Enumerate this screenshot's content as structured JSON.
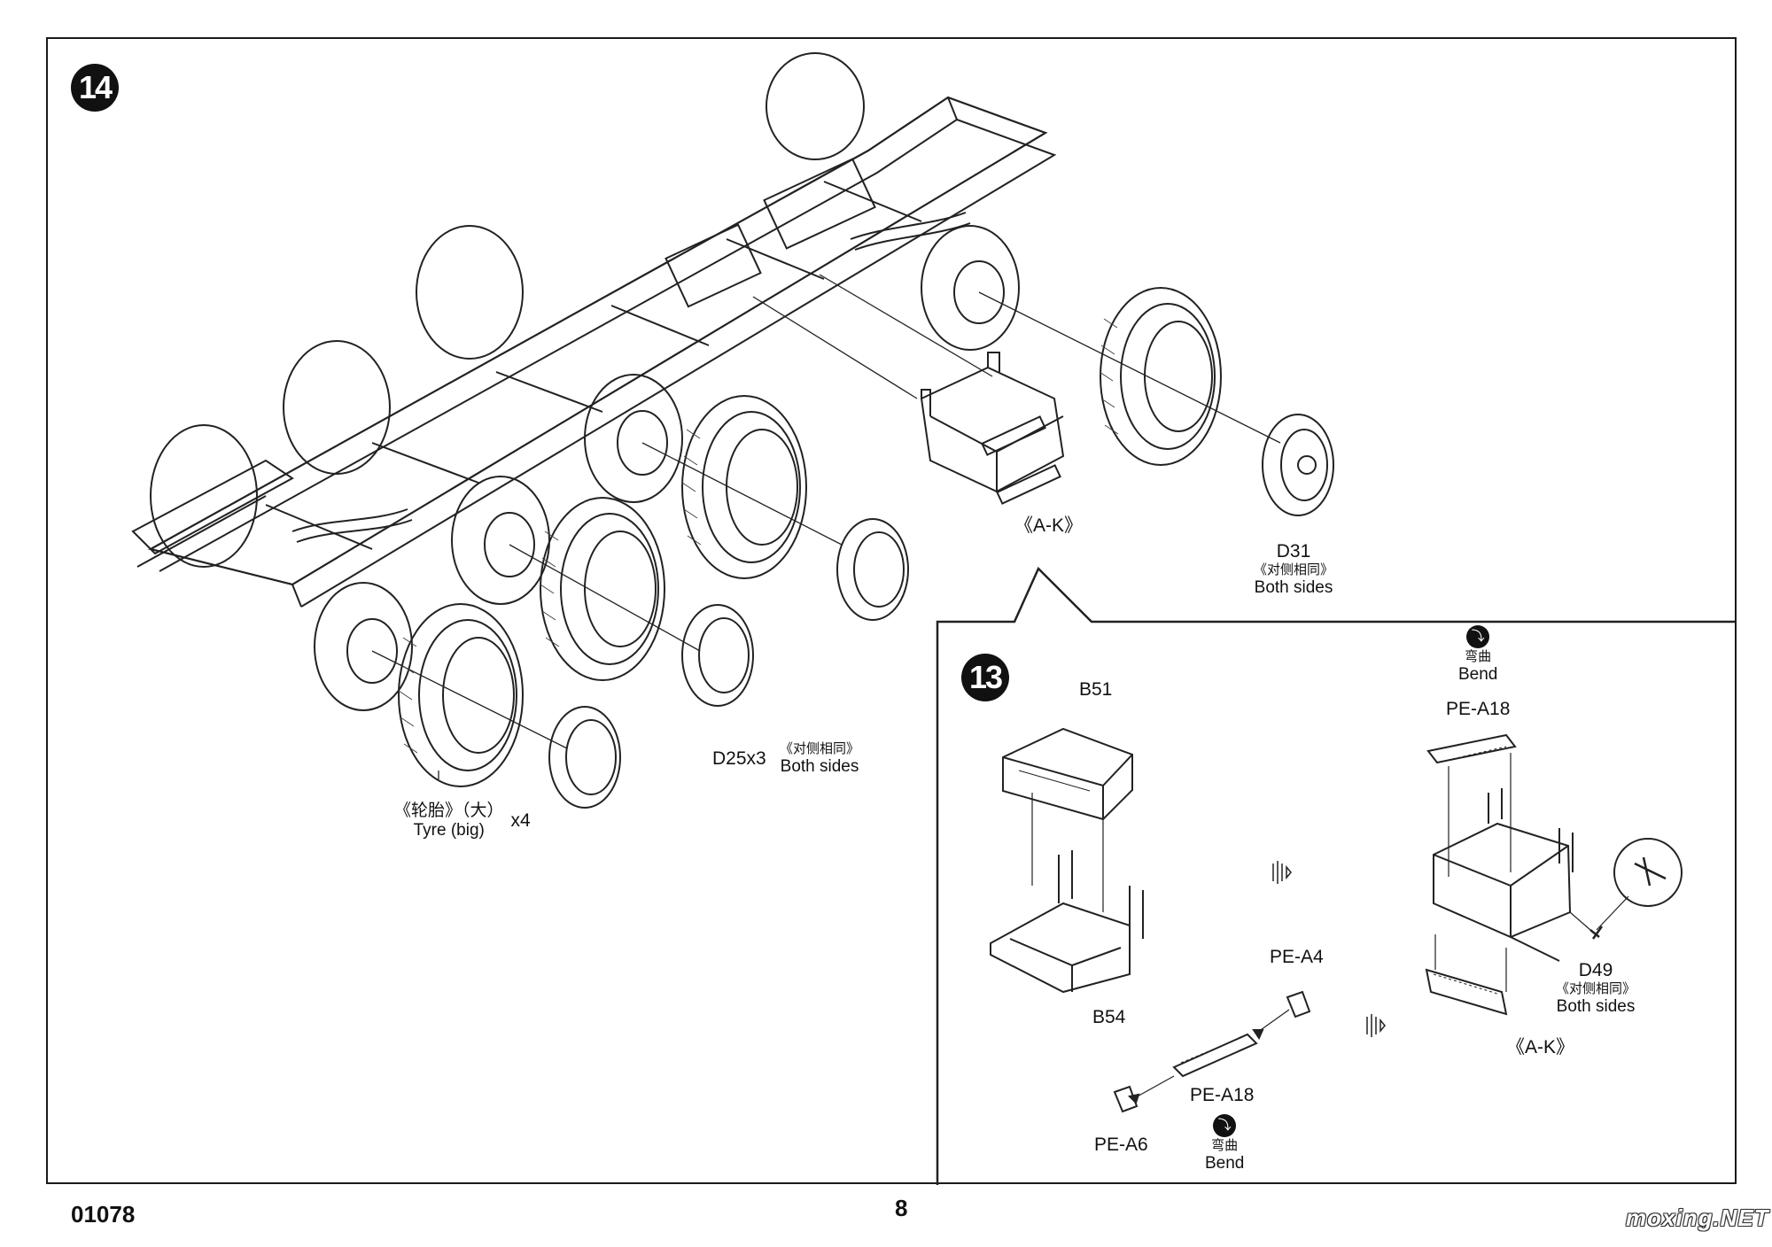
{
  "steps": {
    "step14_number": "14",
    "step13_number": "13"
  },
  "step14": {
    "tyre_label_zh": "《轮胎》（大）",
    "tyre_label_en": "Tyre (big)",
    "tyre_qty": "x4",
    "d25_label": "D25x3",
    "d25_zh": "《对侧相同》",
    "d25_en": "Both sides",
    "ak_label": "《A-K》",
    "d31_label": "D31",
    "d31_zh": "《对侧相同》",
    "d31_en": "Both sides"
  },
  "step13": {
    "b51": "B51",
    "b54": "B54",
    "pe_a4": "PE-A4",
    "pe_a18_lower": "PE-A18",
    "pe_a6": "PE-A6",
    "bend_lower_zh": "弯曲",
    "bend_lower_en": "Bend",
    "bend_upper_zh": "弯曲",
    "bend_upper_en": "Bend",
    "pe_a18_upper": "PE-A18",
    "d49": "D49",
    "d49_zh": "《对侧相同》",
    "d49_en": "Both sides",
    "ak_label": "《A-K》"
  },
  "icons": {
    "bend": "bend-icon"
  },
  "footer": {
    "kit_number": "01078",
    "page_number": "8",
    "watermark": "moxing.NET"
  }
}
